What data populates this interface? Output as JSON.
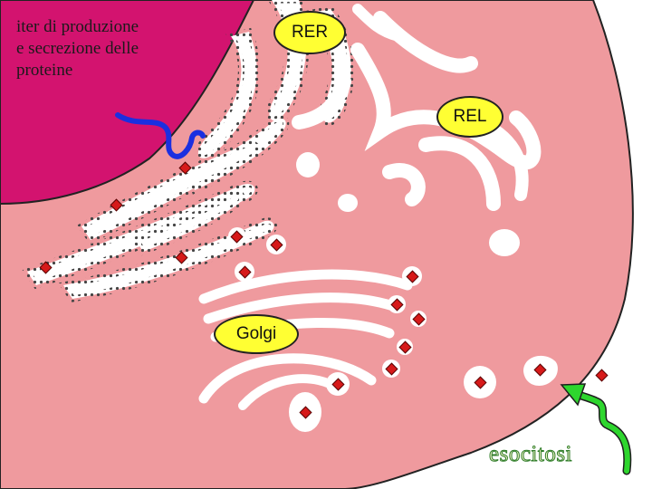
{
  "title": {
    "line1": "iter di produzione",
    "line2": "e secrezione delle",
    "line3": "proteine"
  },
  "labels": {
    "rer": "RER",
    "rel": "REL",
    "golgi": "Golgi",
    "exocytosis": "esocitosi"
  },
  "colors": {
    "cytoplasm": "#ef9a9e",
    "nucleus": "#d3136f",
    "membrane_dots": "#444444",
    "protein": "#d61a1a",
    "label_fill": "#ffff33",
    "mrna": "#1b2fe0",
    "exocytosis_arrow": "#2ed62e"
  }
}
